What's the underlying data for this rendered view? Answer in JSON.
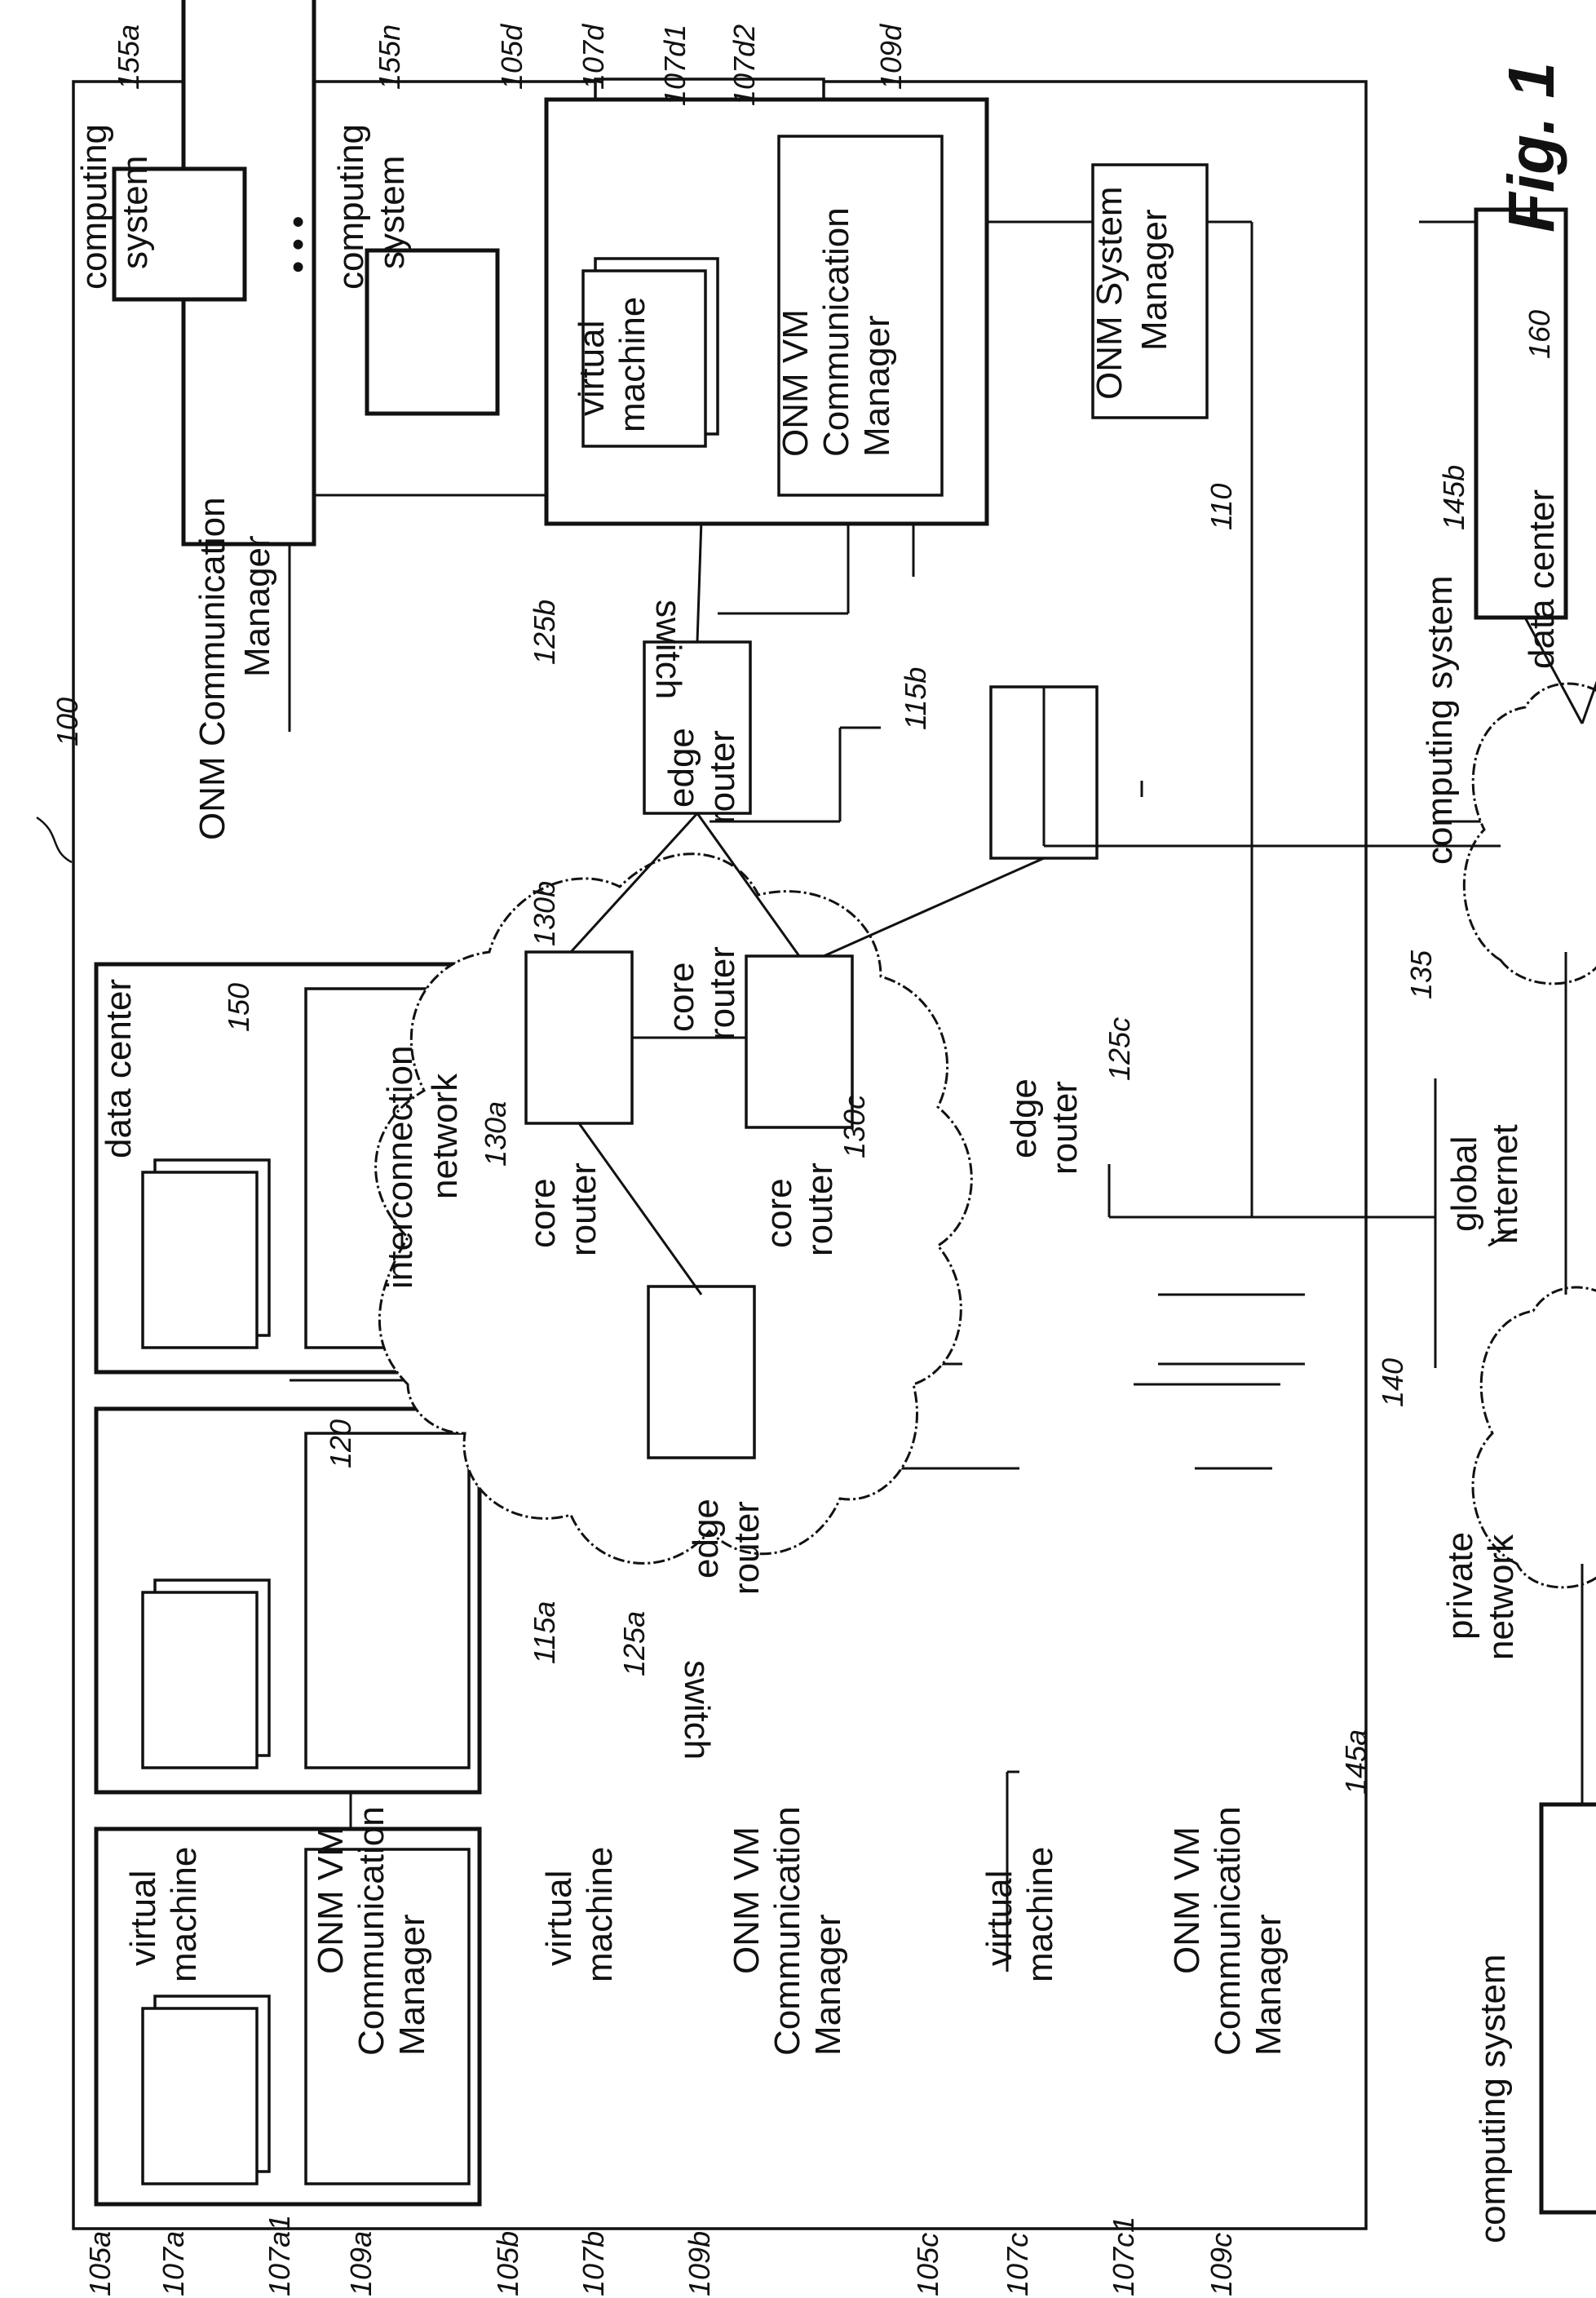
{
  "figure_label": "Fig. 1",
  "labels": {
    "data_center_main": "data center",
    "interconnection_network_1": "interconnection",
    "interconnection_network_2": "network",
    "onm_comm_manager_1": "ONM Communication",
    "onm_comm_manager_2": "Manager",
    "computing_system_1": "computing",
    "computing_system_2": "system",
    "ellipsis": "• • •",
    "virtual_1": "virtual",
    "machine_2": "machine",
    "onm_vm_1": "ONM VM",
    "onm_vm_2": "Communication",
    "onm_vm_3": "Manager",
    "onm_system_manager_1": "ONM System",
    "onm_system_manager_2": "Manager",
    "switch": "switch",
    "edge_1": "edge",
    "router_2": "router",
    "core_1": "core",
    "global_1": "global",
    "internet_2": "internet",
    "private_1": "private",
    "network_2": "network",
    "computing_system_full": "computing system",
    "data_center_small": "data center"
  },
  "refs": {
    "r100": "100",
    "r105a": "105a",
    "r105b": "105b",
    "r105c": "105c",
    "r105d": "105d",
    "r107a": "107a",
    "r107a1": "107a1",
    "r107b": "107b",
    "r107c": "107c",
    "r107c1": "107c1",
    "r107d": "107d",
    "r107d1": "107d1",
    "r107d2": "107d2",
    "r109a": "109a",
    "r109b": "109b",
    "r109c": "109c",
    "r109d": "109d",
    "r110": "110",
    "r115a": "115a",
    "r115b": "115b",
    "r120": "120",
    "r125a": "125a",
    "r125b": "125b",
    "r125c": "125c",
    "r130a": "130a",
    "r130b": "130b",
    "r130c": "130c",
    "r135": "135",
    "r140": "140",
    "r145a": "145a",
    "r145b": "145b",
    "r150": "150",
    "r155a": "155a",
    "r155n": "155n",
    "r160": "160"
  }
}
